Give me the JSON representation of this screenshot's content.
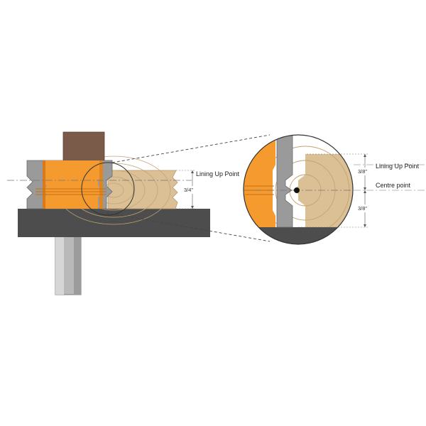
{
  "labels": {
    "lining_up_point_left": "Lining Up Point",
    "dimension_left": "3/4\"",
    "lining_up_point_right": "Lining Up Point",
    "dimension_right_top": "3/8\"",
    "centre_point": "Centre point",
    "dimension_right_bottom": "3/8\""
  },
  "colors": {
    "cutter_orange": "#f59a2e",
    "cutter_orange_dark": "#d87a18",
    "steel_grey": "#9a9a9a",
    "steel_grey_dark": "#6f6f6f",
    "table_dark": "#4d4d4d",
    "nut_brown": "#7a5a48",
    "wood": "#dcc095",
    "wood_rings": "#c9a878",
    "shank": "#b8b8b8"
  },
  "icons": {
    "router_bit": "router-bit-icon",
    "wood_board": "wood-board-icon",
    "magnifier": "magnifier-circle-icon",
    "centre_dot": "centre-dot-icon"
  }
}
